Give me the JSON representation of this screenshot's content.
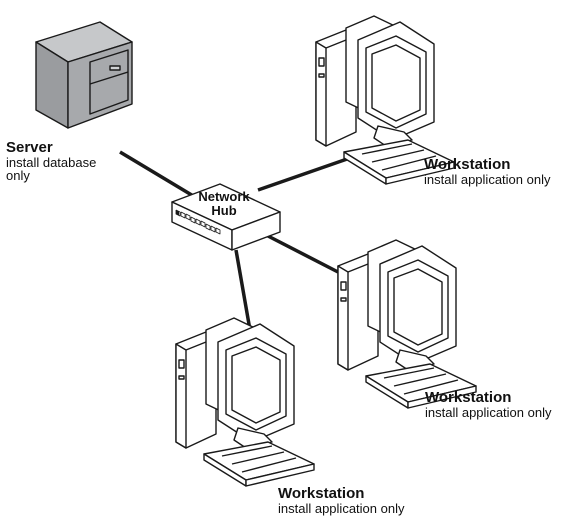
{
  "server": {
    "title": "Server",
    "subtitle_line1": "install database",
    "subtitle_line2": "only"
  },
  "hub": {
    "line1": "Network",
    "line2": "Hub"
  },
  "workstations": [
    {
      "title": "Workstation",
      "subtitle": "install application only"
    },
    {
      "title": "Workstation",
      "subtitle": "install application only"
    },
    {
      "title": "Workstation",
      "subtitle": "install application only"
    }
  ],
  "colors": {
    "server_fill": "#a7a9ac",
    "line": "#1a1a1a"
  }
}
